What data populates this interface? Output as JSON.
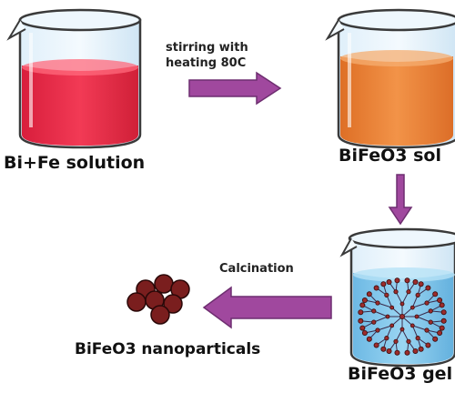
{
  "labels": {
    "start": "Bi+Fe solution",
    "sol": "BiFeO3 sol",
    "gel": "BiFeO3 gel",
    "product": "BiFeO3 nanoparticals"
  },
  "steps": {
    "stirring_line1": "stirring with",
    "stirring_line2": "heating 80C",
    "calcination": "Calcination"
  },
  "colors": {
    "arrow": "#a0489e",
    "glass": "#a8d2ec",
    "red_solution": "#e82e4a",
    "orange_solution": "#e8833a",
    "gel_liquid": "#7fc6ea",
    "particle": "#7a1e1e",
    "dendrimer_node": "#9c2c2c"
  }
}
